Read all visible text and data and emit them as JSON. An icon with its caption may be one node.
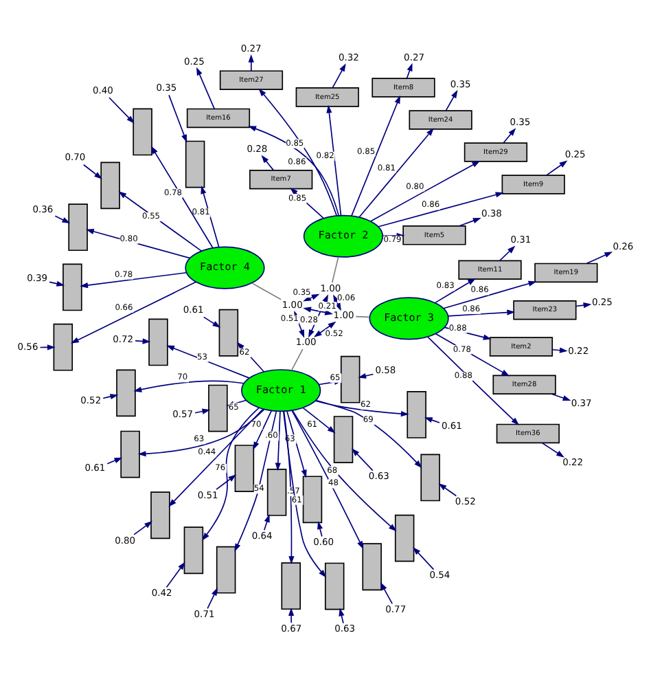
{
  "diagram": {
    "nodes": [
      {
        "text": [
          "0.80"
        ]
      },
      {
        "text": [
          "0.60"
        ]
      },
      {
        "text": [
          "0.42"
        ]
      },
      {
        "text": [
          "0.58"
        ]
      },
      {
        "text": [
          "0.61"
        ]
      },
      {
        "text": [
          "0.57"
        ]
      },
      {
        "text": [
          "0.71"
        ]
      },
      {
        "text": [
          "0.52"
        ]
      },
      {
        "text": [
          "0.51"
        ]
      },
      {
        "text": [
          "0.67"
        ]
      },
      {
        "text": [
          "0.77"
        ]
      },
      {
        "text": [
          "0.61"
        ]
      },
      {
        "text": [
          "0.54"
        ]
      },
      {
        "text": [
          "0.64"
        ]
      },
      {
        "text": [
          "0.72"
        ]
      },
      {
        "text": [
          "0.63"
        ]
      },
      {
        "text": [
          "0.63"
        ]
      },
      {
        "text": [
          "0.52"
        ]
      },
      {
        "text": [
          "0.61"
        ]
      },
      {
        "text": [],
        "shape": "box"
      },
      {
        "text": [],
        "shape": "box"
      },
      {
        "text": [],
        "shape": "box"
      },
      {
        "text": [],
        "shape": "box"
      },
      {
        "text": [],
        "shape": "box"
      },
      {
        "text": [],
        "shape": "box"
      },
      {
        "text": [],
        "shape": "box"
      },
      {
        "text": [],
        "shape": "box"
      },
      {
        "text": [],
        "shape": "box"
      },
      {
        "text": [],
        "shape": "box"
      },
      {
        "text": [],
        "shape": "box"
      },
      {
        "text": [],
        "shape": "box"
      },
      {
        "text": [],
        "shape": "box"
      },
      {
        "text": [],
        "shape": "box"
      },
      {
        "text": [],
        "shape": "box"
      },
      {
        "text": [],
        "shape": "box"
      },
      {
        "text": [],
        "shape": "box"
      },
      {
        "text": [],
        "shape": "box"
      },
      {
        "text": [],
        "shape": "box"
      },
      {
        "text": [
          "Factor 1"
        ]
      },
      {
        "text": [
          "1.00"
        ]
      },
      {
        "text": [
          "Factor 2"
        ]
      },
      {
        "text": [
          "1.00"
        ]
      },
      {
        "text": [
          "Factor 3"
        ]
      },
      {
        "text": [
          "1.00"
        ]
      },
      {
        "text": [
          "Factor 4"
        ]
      },
      {
        "text": [
          "1.00"
        ]
      },
      {
        "text": [
          "0.38"
        ]
      },
      {
        "text": [
          "0.28"
        ]
      },
      {
        "text": [
          "0.27"
        ]
      },
      {
        "text": [
          "0.25"
        ]
      },
      {
        "text": [
          "0.25"
        ]
      },
      {
        "text": [
          "0.35"
        ]
      },
      {
        "text": [
          "0.32"
        ]
      },
      {
        "text": [
          "0.27"
        ]
      },
      {
        "text": [
          "0.35"
        ]
      },
      {
        "text": [
          "Item5"
        ]
      },
      {
        "text": [
          "Item7"
        ]
      },
      {
        "text": [
          "Item8"
        ]
      },
      {
        "text": [
          "Item9"
        ]
      },
      {
        "text": [
          "Item16"
        ]
      },
      {
        "text": [
          "Item24"
        ]
      },
      {
        "text": [
          "Item25"
        ]
      },
      {
        "text": [
          "Item27"
        ]
      },
      {
        "text": [
          "Item29"
        ]
      },
      {
        "text": [
          "0.22"
        ]
      },
      {
        "text": [
          "0.31"
        ]
      },
      {
        "text": [
          "0.26"
        ]
      },
      {
        "text": [
          "0.25"
        ]
      },
      {
        "text": [
          "0.37"
        ]
      },
      {
        "text": [
          "0.22"
        ]
      },
      {
        "text": [
          "Item2"
        ]
      },
      {
        "text": [
          "Item11"
        ]
      },
      {
        "text": [
          "Item19"
        ]
      },
      {
        "text": [
          "Item23"
        ]
      },
      {
        "text": [
          "Item28"
        ]
      },
      {
        "text": [
          "Item36"
        ]
      },
      {
        "text": [],
        "shape": "box"
      },
      {
        "text": [],
        "shape": "box"
      },
      {
        "text": [],
        "shape": "box"
      },
      {
        "text": [],
        "shape": "box"
      },
      {
        "text": [],
        "shape": "box"
      },
      {
        "text": [],
        "shape": "box"
      },
      {
        "text": [
          "0.35"
        ]
      },
      {
        "text": [
          "0.56"
        ]
      },
      {
        "text": [
          "0.36"
        ]
      },
      {
        "text": [
          "0.40"
        ]
      },
      {
        "text": [
          "0.70"
        ]
      },
      {
        "text": [
          "0.39"
        ]
      }
    ],
    "edges": [
      {
        "from": 0,
        "to": 19,
        "arrow": "to"
      },
      {
        "from": 1,
        "to": 20,
        "arrow": "to"
      },
      {
        "from": 2,
        "to": 21,
        "arrow": "to"
      },
      {
        "from": 3,
        "to": 22,
        "arrow": "to"
      },
      {
        "from": 4,
        "to": 23,
        "arrow": "to"
      },
      {
        "from": 5,
        "to": 24,
        "arrow": "to"
      },
      {
        "from": 6,
        "to": 25,
        "arrow": "to"
      },
      {
        "from": 7,
        "to": 26,
        "arrow": "to"
      },
      {
        "from": 8,
        "to": 27,
        "arrow": "to"
      },
      {
        "from": 9,
        "to": 28,
        "arrow": "to"
      },
      {
        "from": 10,
        "to": 29,
        "arrow": "to"
      },
      {
        "from": 11,
        "to": 30,
        "arrow": "to"
      },
      {
        "from": 12,
        "to": 31,
        "arrow": "to"
      },
      {
        "from": 13,
        "to": 32,
        "arrow": "to"
      },
      {
        "from": 14,
        "to": 33,
        "arrow": "to"
      },
      {
        "from": 15,
        "to": 34,
        "arrow": "to"
      },
      {
        "from": 16,
        "to": 35,
        "arrow": "to"
      },
      {
        "from": 17,
        "to": 36,
        "arrow": "to"
      },
      {
        "from": 18,
        "to": 37,
        "arrow": "to"
      },
      {
        "from": 38,
        "to": 19,
        "arrow": "to",
        "label": "0.44"
      },
      {
        "from": 38,
        "to": 20,
        "arrow": "to",
        "label": "63"
      },
      {
        "from": 38,
        "to": 21,
        "arrow": "to",
        "label": "76"
      },
      {
        "from": 38,
        "to": 22,
        "arrow": "to",
        "label": "65"
      },
      {
        "from": 38,
        "to": 23,
        "arrow": "to",
        "label": "62"
      },
      {
        "from": 38,
        "to": 24,
        "arrow": "to",
        "label": "65"
      },
      {
        "from": 38,
        "to": 25,
        "arrow": "to",
        "label": "54"
      },
      {
        "from": 38,
        "to": 26,
        "arrow": "to",
        "label": "69"
      },
      {
        "from": 38,
        "to": 27,
        "arrow": "to",
        "label": "70"
      },
      {
        "from": 38,
        "to": 28,
        "arrow": "to",
        "label": ".57"
      },
      {
        "from": 38,
        "to": 29,
        "arrow": "to",
        "label": "48"
      },
      {
        "from": 38,
        "to": 30,
        "arrow": "to",
        "label": "63"
      },
      {
        "from": 38,
        "to": 31,
        "arrow": "to",
        "label": "68"
      },
      {
        "from": 38,
        "to": 32,
        "arrow": "to",
        "label": ".60"
      },
      {
        "from": 38,
        "to": 33,
        "arrow": "to",
        "label": "53"
      },
      {
        "from": 38,
        "to": 34,
        "arrow": "to",
        "label": "61"
      },
      {
        "from": 38,
        "to": 35,
        "arrow": "to",
        "label": "61"
      },
      {
        "from": 38,
        "to": 36,
        "arrow": "to",
        "label": "70"
      },
      {
        "from": 38,
        "to": 37,
        "arrow": "to",
        "label": "62"
      },
      {
        "from": 38,
        "to": 39,
        "arrow": "none",
        "color": "#808080"
      },
      {
        "from": 40,
        "to": 41,
        "arrow": "none",
        "color": "#808080"
      },
      {
        "from": 42,
        "to": 43,
        "arrow": "none",
        "color": "#808080"
      },
      {
        "from": 44,
        "to": 45,
        "arrow": "none",
        "color": "#808080"
      },
      {
        "from": 39,
        "to": 41,
        "arrow": "both",
        "label": "0.28"
      },
      {
        "from": 39,
        "to": 43,
        "arrow": "both",
        "label": "0.52"
      },
      {
        "from": 39,
        "to": 45,
        "arrow": "both",
        "label": "0.51"
      },
      {
        "from": 41,
        "to": 43,
        "arrow": "both",
        "label": "0.06"
      },
      {
        "from": 41,
        "to": 45,
        "arrow": "both",
        "label": "0.35"
      },
      {
        "from": 43,
        "to": 45,
        "arrow": "both",
        "label": "0.21"
      },
      {
        "from": 55,
        "to": 46,
        "arrow": "to"
      },
      {
        "from": 56,
        "to": 47,
        "arrow": "to"
      },
      {
        "from": 57,
        "to": 48,
        "arrow": "to"
      },
      {
        "from": 58,
        "to": 49,
        "arrow": "to"
      },
      {
        "from": 59,
        "to": 50,
        "arrow": "to"
      },
      {
        "from": 60,
        "to": 51,
        "arrow": "to"
      },
      {
        "from": 61,
        "to": 52,
        "arrow": "to"
      },
      {
        "from": 62,
        "to": 53,
        "arrow": "to"
      },
      {
        "from": 63,
        "to": 54,
        "arrow": "to"
      },
      {
        "from": 40,
        "to": 55,
        "arrow": "to",
        "label": "0.79"
      },
      {
        "from": 40,
        "to": 56,
        "arrow": "to",
        "label": "0.85"
      },
      {
        "from": 40,
        "to": 57,
        "arrow": "to",
        "label": "0.85"
      },
      {
        "from": 40,
        "to": 58,
        "arrow": "to",
        "label": "0.86"
      },
      {
        "from": 40,
        "to": 59,
        "arrow": "to",
        "label": "0.86"
      },
      {
        "from": 40,
        "to": 60,
        "arrow": "to",
        "label": "0.81"
      },
      {
        "from": 40,
        "to": 61,
        "arrow": "to",
        "label": "0.82"
      },
      {
        "from": 40,
        "to": 62,
        "arrow": "to",
        "label": "0.85"
      },
      {
        "from": 40,
        "to": 63,
        "arrow": "to",
        "label": "0.80"
      },
      {
        "from": 70,
        "to": 64,
        "arrow": "to"
      },
      {
        "from": 71,
        "to": 65,
        "arrow": "to"
      },
      {
        "from": 72,
        "to": 66,
        "arrow": "to"
      },
      {
        "from": 73,
        "to": 67,
        "arrow": "to"
      },
      {
        "from": 74,
        "to": 68,
        "arrow": "to"
      },
      {
        "from": 75,
        "to": 69,
        "arrow": "to"
      },
      {
        "from": 42,
        "to": 70,
        "arrow": "to",
        "label": "0.88"
      },
      {
        "from": 42,
        "to": 71,
        "arrow": "to",
        "label": "0.83"
      },
      {
        "from": 42,
        "to": 72,
        "arrow": "to",
        "label": "0.86"
      },
      {
        "from": 42,
        "to": 73,
        "arrow": "to",
        "label": "0.86"
      },
      {
        "from": 42,
        "to": 74,
        "arrow": "to",
        "label": "0.78"
      },
      {
        "from": 42,
        "to": 75,
        "arrow": "to",
        "label": "0.88"
      },
      {
        "from": 44,
        "to": 76,
        "arrow": "to",
        "label": "0.81"
      },
      {
        "from": 44,
        "to": 77,
        "arrow": "to",
        "label": "0.66"
      },
      {
        "from": 44,
        "to": 78,
        "arrow": "to",
        "label": "0.80"
      },
      {
        "from": 44,
        "to": 79,
        "arrow": "to",
        "label": "0.78"
      },
      {
        "from": 44,
        "to": 80,
        "arrow": "to",
        "label": "0.55"
      },
      {
        "from": 44,
        "to": 81,
        "arrow": "to",
        "label": "0.78"
      },
      {
        "from": 82,
        "to": 76,
        "arrow": "to"
      },
      {
        "from": 83,
        "to": 77,
        "arrow": "to"
      },
      {
        "from": 84,
        "to": 78,
        "arrow": "to"
      },
      {
        "from": 85,
        "to": 79,
        "arrow": "to"
      },
      {
        "from": 86,
        "to": 80,
        "arrow": "to"
      },
      {
        "from": 87,
        "to": 81,
        "arrow": "to"
      }
    ]
  }
}
